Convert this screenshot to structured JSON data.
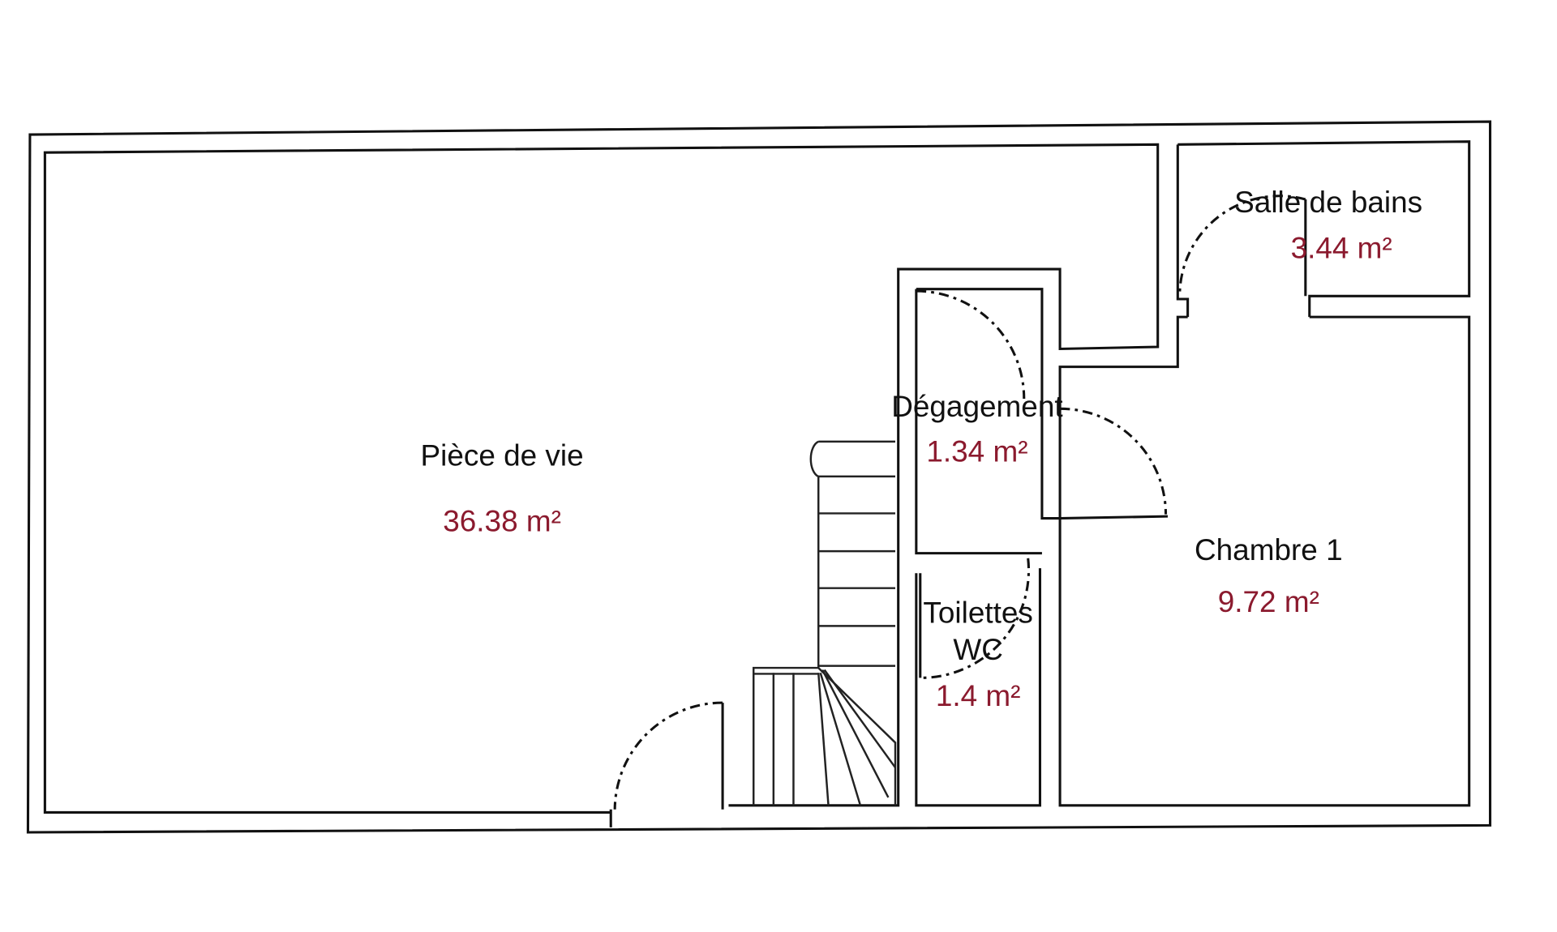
{
  "plan": {
    "area_color": "#8b1a2e",
    "rooms": [
      {
        "name": "Pièce de vie",
        "area": "36.38 m²"
      },
      {
        "name": "Salle de bains",
        "area": "3.44 m²"
      },
      {
        "name": "Dégagement",
        "area": "1.34 m²"
      },
      {
        "name": "Chambre 1",
        "area": "9.72 m²"
      },
      {
        "name": "Toilettes",
        "name2": "WC",
        "area": "1.4 m²"
      }
    ]
  }
}
